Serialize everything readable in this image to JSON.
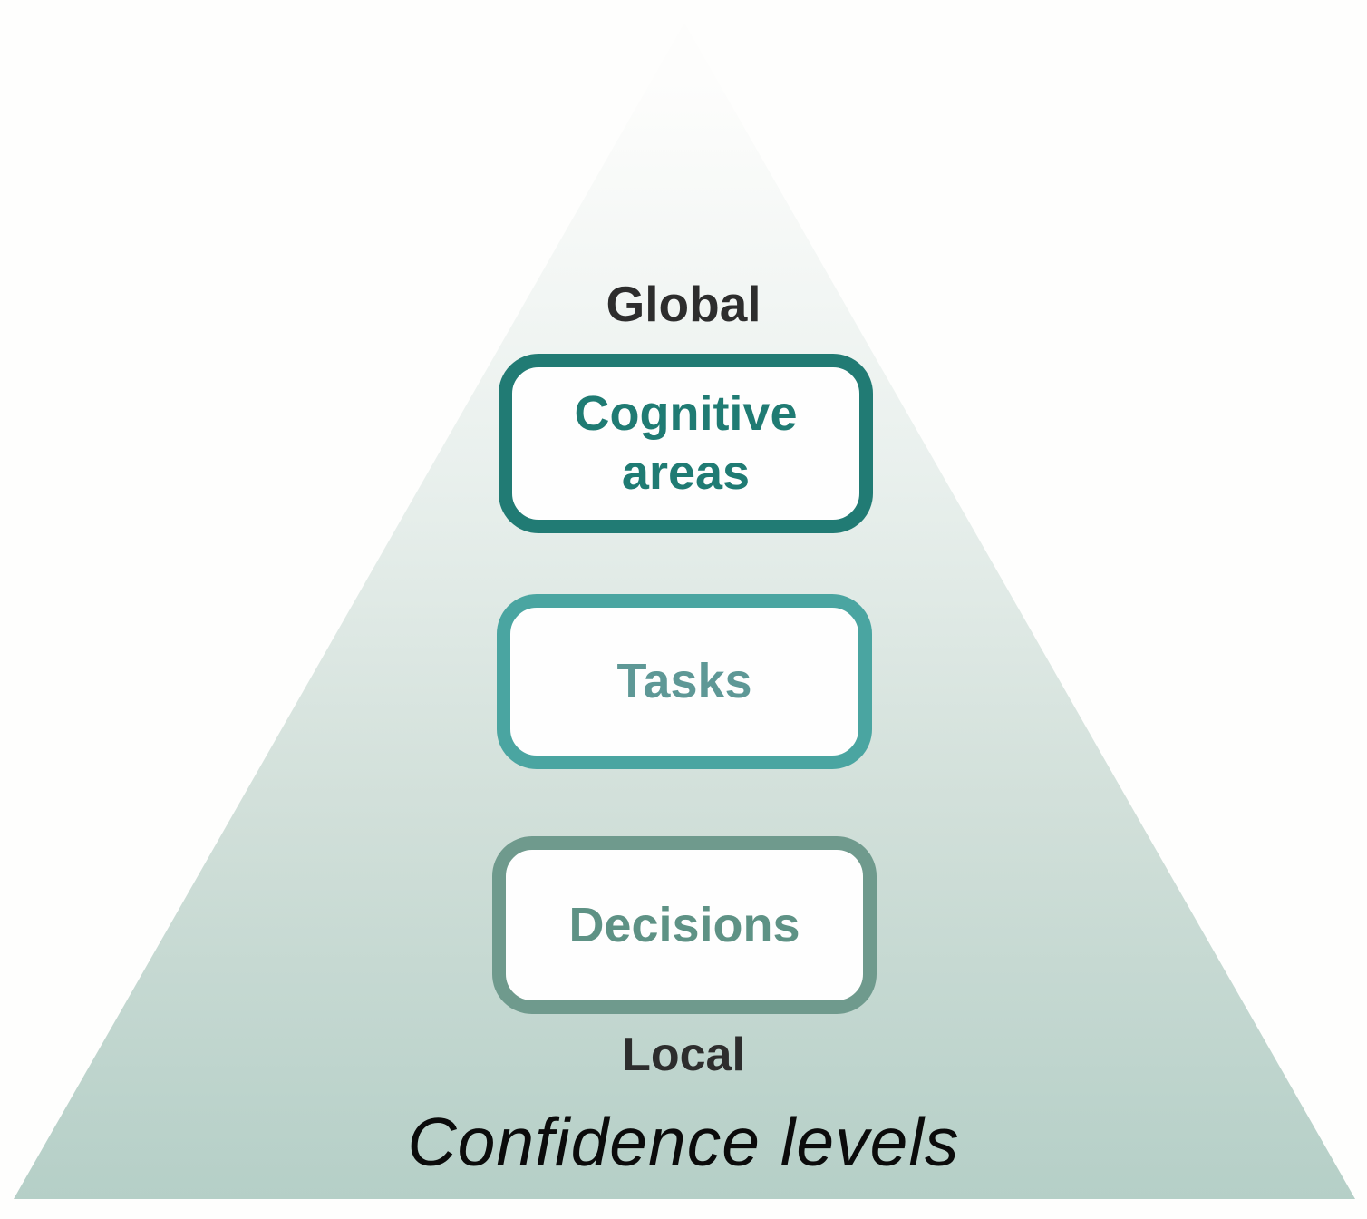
{
  "pyramid": {
    "top_label": "Global",
    "bottom_label": "Local",
    "caption": "Confidence levels",
    "gradient_top_color": "#fdfdfc",
    "gradient_bottom_color": "#b5cfc7",
    "edge_label_color": "#2d2d2d",
    "caption_color": "#0b0b0b"
  },
  "levels": [
    {
      "label": "Cognitive areas",
      "border_color": "#217b74",
      "text_color": "#1f7b73"
    },
    {
      "label": "Tasks",
      "border_color": "#4aa5a1",
      "text_color": "#5e9896"
    },
    {
      "label": "Decisions",
      "border_color": "#6f9a8d",
      "text_color": "#5e9285"
    }
  ]
}
